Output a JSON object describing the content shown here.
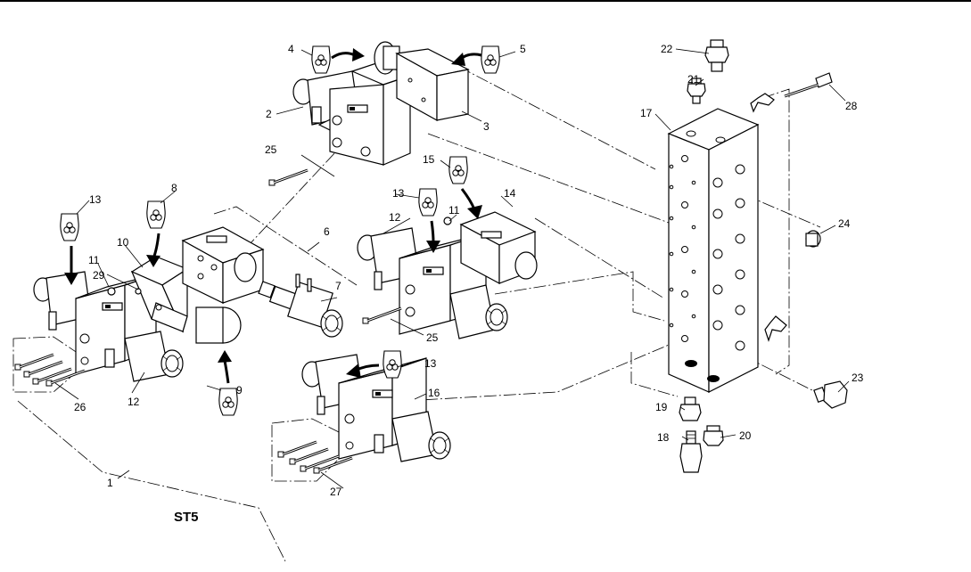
{
  "assembly_label": "ST5",
  "callouts": {
    "c1": "1",
    "c2": "2",
    "c3": "3",
    "c4": "4",
    "c5": "5",
    "c6": "6",
    "c7": "7",
    "c8": "8",
    "c9": "9",
    "c10": "10",
    "c11a": "11",
    "c11b": "11",
    "c12a": "12",
    "c12b": "12",
    "c13a": "13",
    "c13b": "13",
    "c13c": "13",
    "c14": "14",
    "c15": "15",
    "c16": "16",
    "c17": "17",
    "c18": "18",
    "c19": "19",
    "c20": "20",
    "c21": "21",
    "c22": "22",
    "c23": "23",
    "c24": "24",
    "c25a": "25",
    "c25b": "25",
    "c26": "26",
    "c27": "27",
    "c28": "28",
    "c29": "29"
  },
  "icons": {
    "note_tag": "hand-tag-icon",
    "install_arrow": "curved-arrow-icon",
    "o_ring": "o-ring-icon"
  }
}
